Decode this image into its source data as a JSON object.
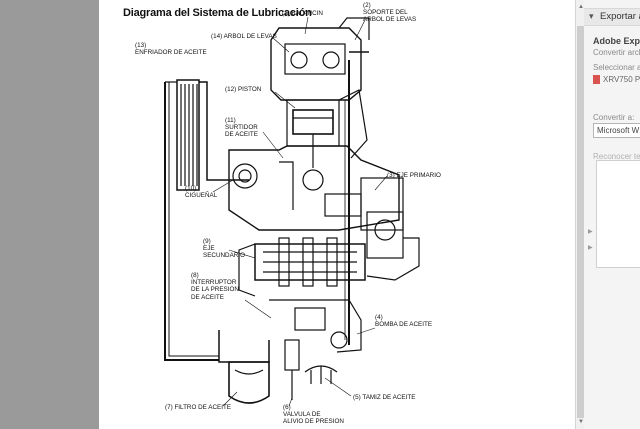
{
  "document": {
    "title": "Diagrama del Sistema de Lubricación",
    "labels": {
      "l1": [
        "(1) BALANCIN"
      ],
      "l2": [
        "(2)",
        "SOPORTE DEL",
        "ARBOL DE LEVAS"
      ],
      "l13": [
        "(13)",
        "ENFRIADOR DE ACEITE"
      ],
      "l14": [
        "(14) ARBOL DE LEVAS"
      ],
      "l12": [
        "(12) PISTON"
      ],
      "l11": [
        "(11)",
        "SURTIDOR",
        "DE ACEITE"
      ],
      "l3": [
        "(3) EJE PRIMARIO"
      ],
      "l10": [
        "(10)",
        "CIGUEÑAL"
      ],
      "l9": [
        "(9)",
        "EJE",
        "SECUNDARIO"
      ],
      "l8": [
        "(8)",
        "INTERRUPTOR",
        "DE LA PRESION",
        "DE ACEITE"
      ],
      "l4": [
        "(4)",
        "BOMBA DE ACEITE"
      ],
      "l5": [
        "(5) TAMIZ DE ACEITE"
      ],
      "l7": [
        "(7) FILTRO DE ACEITE"
      ],
      "l6": [
        "(6)",
        "VALVULA DE",
        "ALIVIO DE PRESION"
      ]
    }
  },
  "side_panel": {
    "header": "Exportar a",
    "title": "Adobe Export",
    "subtitle": "Convertir archivos",
    "select_label": "Seleccionar arch",
    "file_name": "XRV750 P",
    "convert_label": "Convertir a:",
    "convert_value": "Microsoft W",
    "recognize_label": "Reconocer texto"
  }
}
